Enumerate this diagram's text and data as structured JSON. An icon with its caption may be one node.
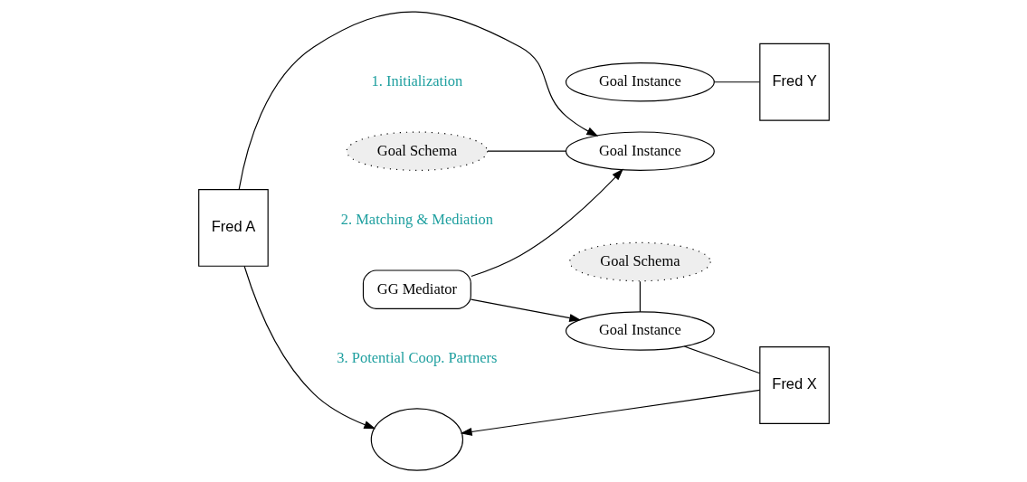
{
  "diagram": {
    "nodes": [
      {
        "text": [
          "Fred A"
        ]
      },
      {
        "text": [
          "Goal Schema"
        ]
      },
      {
        "text": [
          "Goal Instance"
        ]
      },
      {
        "text": [
          "GG Mediator"
        ]
      },
      {
        "text": [
          "Goal Schema"
        ]
      },
      {
        "text": [
          "Goal Instance"
        ]
      },
      {
        "text": [
          "Goal Instance"
        ]
      },
      {
        "text": [
          "Fred Y"
        ]
      },
      {
        "text": [
          "Fred X"
        ]
      },
      {
        "text": [],
        "shape": "circle"
      }
    ],
    "edges": [
      {
        "from": 0,
        "to": 2,
        "arrow": "to"
      },
      {
        "from": 3,
        "to": 2,
        "arrow": "to"
      },
      {
        "from": 3,
        "to": 6,
        "arrow": "to"
      },
      {
        "from": 1,
        "to": 2,
        "arrow": "none"
      },
      {
        "from": 4,
        "to": 6,
        "arrow": "none"
      },
      {
        "from": 5,
        "to": 7,
        "arrow": "none"
      },
      {
        "from": 6,
        "to": 8,
        "arrow": "none"
      },
      {
        "from": 0,
        "to": 9,
        "arrow": "to"
      },
      {
        "from": 8,
        "to": 9,
        "arrow": "to"
      }
    ],
    "labels": [
      "1. Initialization",
      "2. Matching & Mediation",
      "3. Potential Coop. Partners"
    ]
  }
}
